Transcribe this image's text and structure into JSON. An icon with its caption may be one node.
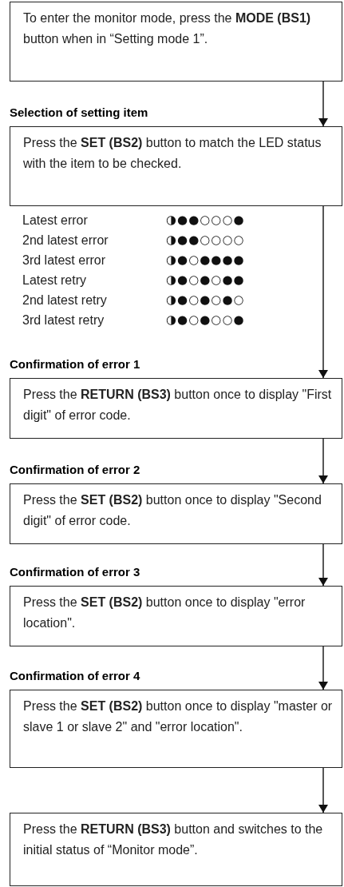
{
  "diagram": {
    "nodes": [
      {
        "text": [
          "To enter the monitor mode, press the **MODE (BS1)** button when in “Setting mode 1”."
        ]
      },
      {
        "text": [
          "Selection of setting item",
          "Press the **SET (BS2)** button to match the LED status with the item to be checked."
        ]
      },
      {
        "text": [
          "Confirmation of error 1",
          "Press the **RETURN (BS3)** button once to display \"First digit\" of error code."
        ]
      },
      {
        "text": [
          "Confirmation of error 2",
          "Press the **SET (BS2)**  button once to display \"Second digit\" of error code."
        ]
      },
      {
        "text": [
          "Confirmation of error 3",
          "Press the **SET (BS2)** button once to display \"error location\"."
        ]
      },
      {
        "text": [
          "Confirmation of error 4",
          "Press the **SET (BS2)** button once to display \"master or slave 1 or slave 2\" and \"error location\"."
        ]
      },
      {
        "text": [
          "Press the **RETURN (BS3)** button and switches to the initial status of “Monitor mode”."
        ]
      }
    ],
    "edges": [
      {
        "from": 0,
        "to": 1,
        "arrow": "to"
      },
      {
        "from": 1,
        "to": 2,
        "arrow": "to"
      },
      {
        "from": 2,
        "to": 3,
        "arrow": "to"
      },
      {
        "from": 3,
        "to": 4,
        "arrow": "to"
      },
      {
        "from": 4,
        "to": 5,
        "arrow": "to"
      },
      {
        "from": 5,
        "to": 6,
        "arrow": "to"
      }
    ],
    "labels": [
      "Latest error",
      "◑●●○○○●",
      "2nd latest error",
      "◑●●○○○○",
      "3rd latest error",
      "◑●○●●●●",
      "Latest retry",
      "◑●○●○●●",
      "2nd latest retry",
      "◑●○●○●○",
      "3rd latest retry",
      "◑●○●○○●"
    ]
  }
}
